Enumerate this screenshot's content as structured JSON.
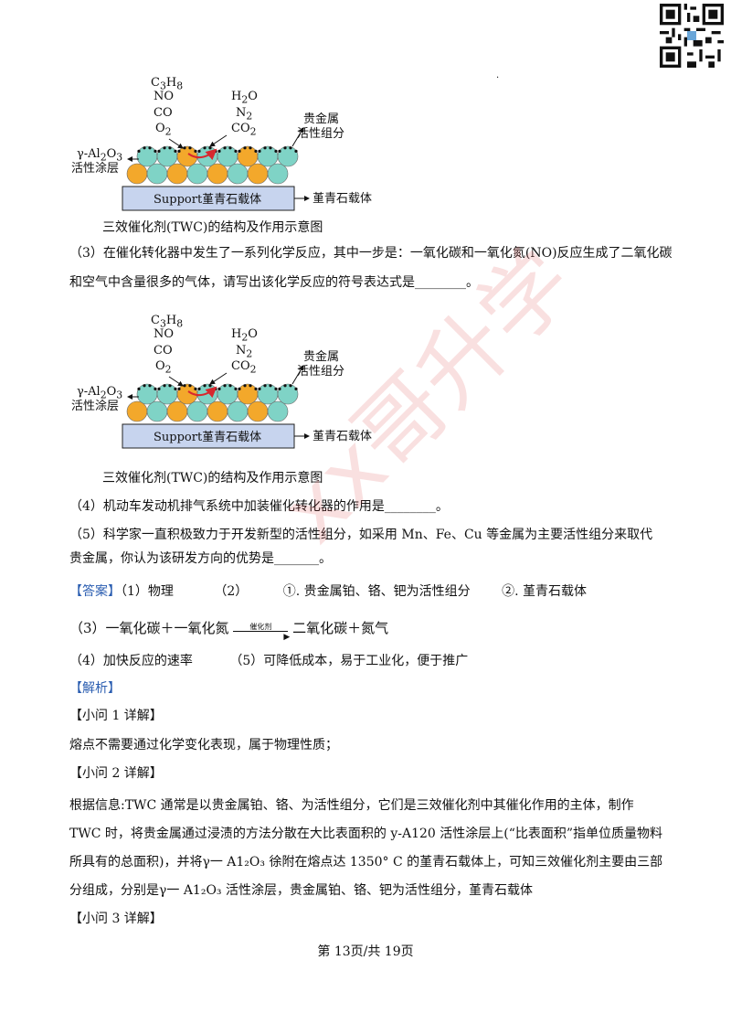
{
  "diagram": {
    "gases_in": [
      "C3H8",
      "NO",
      "CO",
      "O2"
    ],
    "gases_out": [
      "H2O",
      "N2",
      "CO2"
    ],
    "noble_metal_label": "贵金属",
    "noble_metal_label2": "活性组分",
    "coating_label": "γ-Al2O3",
    "coating_label2": "活性涂层",
    "support_box": "Support堇青石载体",
    "support_label": "堇青石载体",
    "caption": "三效催化剂(TWC)的结构及作用示意图"
  },
  "question": {
    "q3_line1": "（3）在催化转化器中发生了一系列化学反应，其中一步是：一氧化碳和一氧化氮(NO)反应生成了二氧化碳",
    "q3_line2": "和空气中含量很多的气体，请写出该化学反应的符号表达式是________。",
    "q4": "（4）机动车发动机排气系统中加装催化转化器的作用是________。",
    "q5": "（5）科学家一直积极致力于开发新型的活性组分，如采用 Mn、Fe、Cu 等金属为主要活性组分来取代贵金属，你认为该研发方向的优势是_______。"
  },
  "answer": {
    "tag": "【答案】",
    "a1": "（1）物理",
    "a2_num": "（2）",
    "a2_1": "①. 贵金属铂、铬、钯为活性组分",
    "a2_2": "②. 堇青石载体",
    "a3_left": "（3）一氧化碳＋一氧化氮",
    "a3_cond": "催化剂",
    "a3_right": "二氧化碳＋氮气",
    "a4": "（4）加快反应的速率",
    "a5": "（5）可降低成本，易于工业化，便于推广"
  },
  "analysis": {
    "tag": "【解析】",
    "s1_title": "【小问 1 详解】",
    "s1_text": "熔点不需要通过化学变化表现，属于物理性质；",
    "s2_title": "【小问 2 详解】",
    "s2_text": "根据信息:TWC 通常是以贵金属铂、铬、为活性组分，它们是三效催化剂中其催化作用的主体，制作 TWC 时，将贵金属通过浸渍的方法分散在大比表面积的 y-A120 活性涂层上(“比表面积”指单位质量物料所具有的总面积)，并将γ一 A1₂O₃ 徐附在熔点达 1350° C 的堇青石载体上，可知三效催化剂主要由三部分组成，分别是γ一 A1₂O₃ 活性涂层，贵金属铂、铬、钯为活性组分，堇青石载体",
    "s3_title": "【小问 3 详解】"
  },
  "watermark": "xx哥升学",
  "footer": "第 13页/共 19页",
  "colors": {
    "ball_teal": "#7fd3c6",
    "ball_orange": "#f3a82b",
    "support_fill": "#c7d4ee",
    "answer_blue": "#2a5db0",
    "arrow_red": "#d7282f"
  }
}
